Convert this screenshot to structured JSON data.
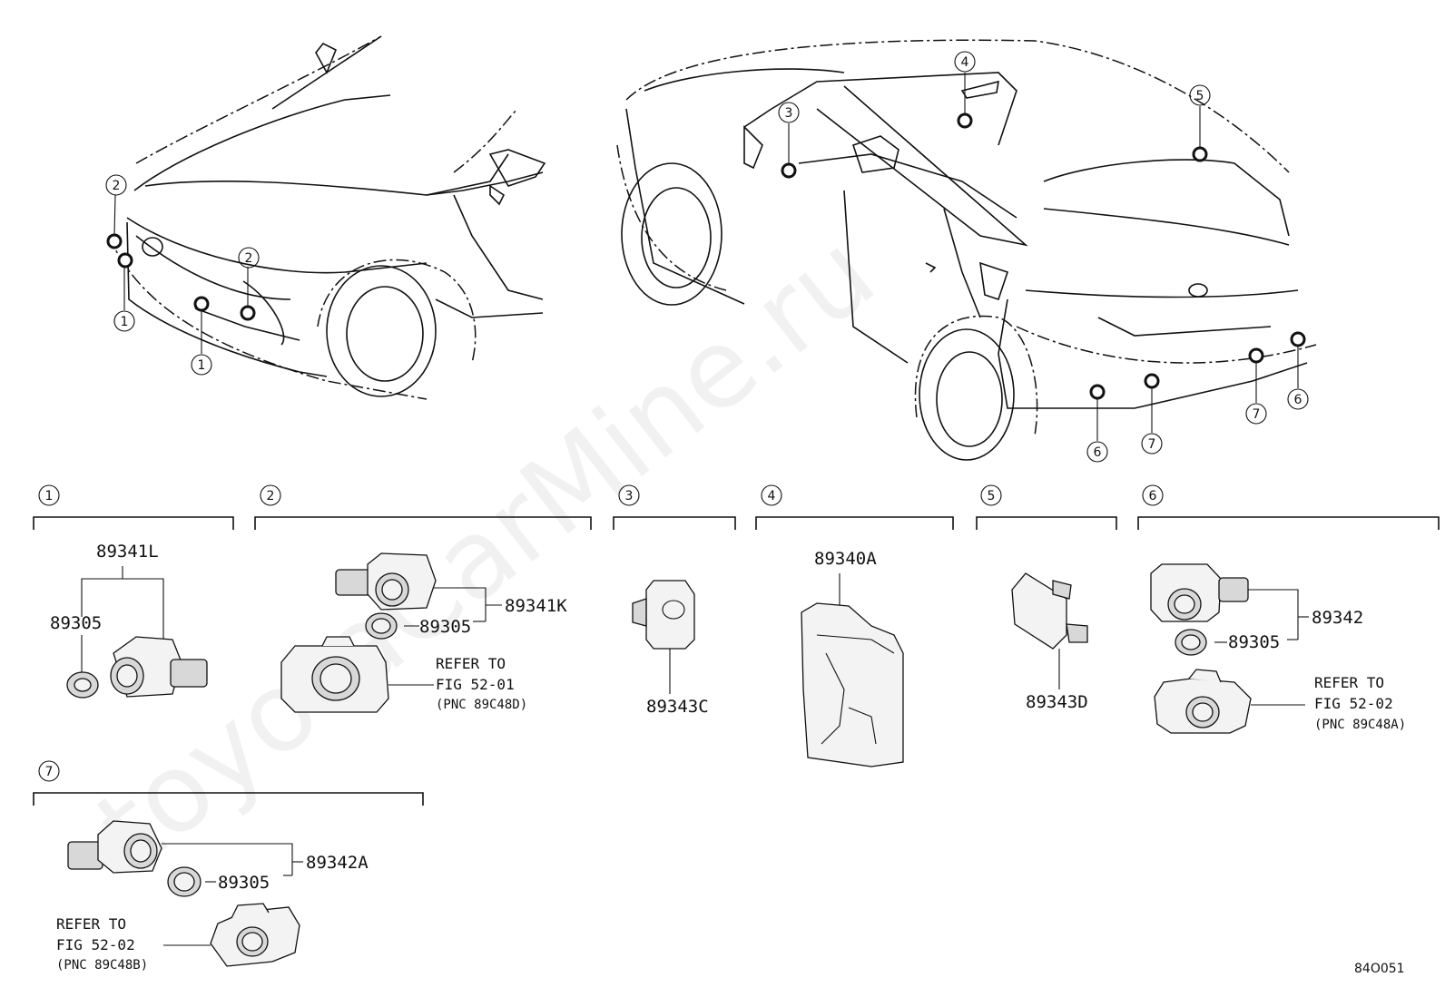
{
  "watermark": "toyotaCarMine.ru",
  "figure_id": "84O051",
  "callout_numbers": [
    "1",
    "2",
    "3",
    "4",
    "5",
    "6",
    "7"
  ],
  "sections": [
    {
      "id": "1",
      "parts": [
        "89341L",
        "89305"
      ]
    },
    {
      "id": "2",
      "parts": [
        "89341K",
        "89305"
      ],
      "refer": {
        "line1": "REFER TO",
        "line2": "FIG 52-01",
        "line3": "(PNC 89C48D)"
      }
    },
    {
      "id": "3",
      "parts": [
        "89343C"
      ]
    },
    {
      "id": "4",
      "parts": [
        "89340A"
      ]
    },
    {
      "id": "5",
      "parts": [
        "89343D"
      ]
    },
    {
      "id": "6",
      "parts": [
        "89342",
        "89305"
      ],
      "refer": {
        "line1": "REFER TO",
        "line2": "FIG 52-02",
        "line3": "(PNC 89C48A)"
      }
    },
    {
      "id": "7",
      "parts": [
        "89342A",
        "89305"
      ],
      "refer": {
        "line1": "REFER TO",
        "line2": "FIG 52-02",
        "line3": "(PNC 89C48B)"
      }
    }
  ]
}
